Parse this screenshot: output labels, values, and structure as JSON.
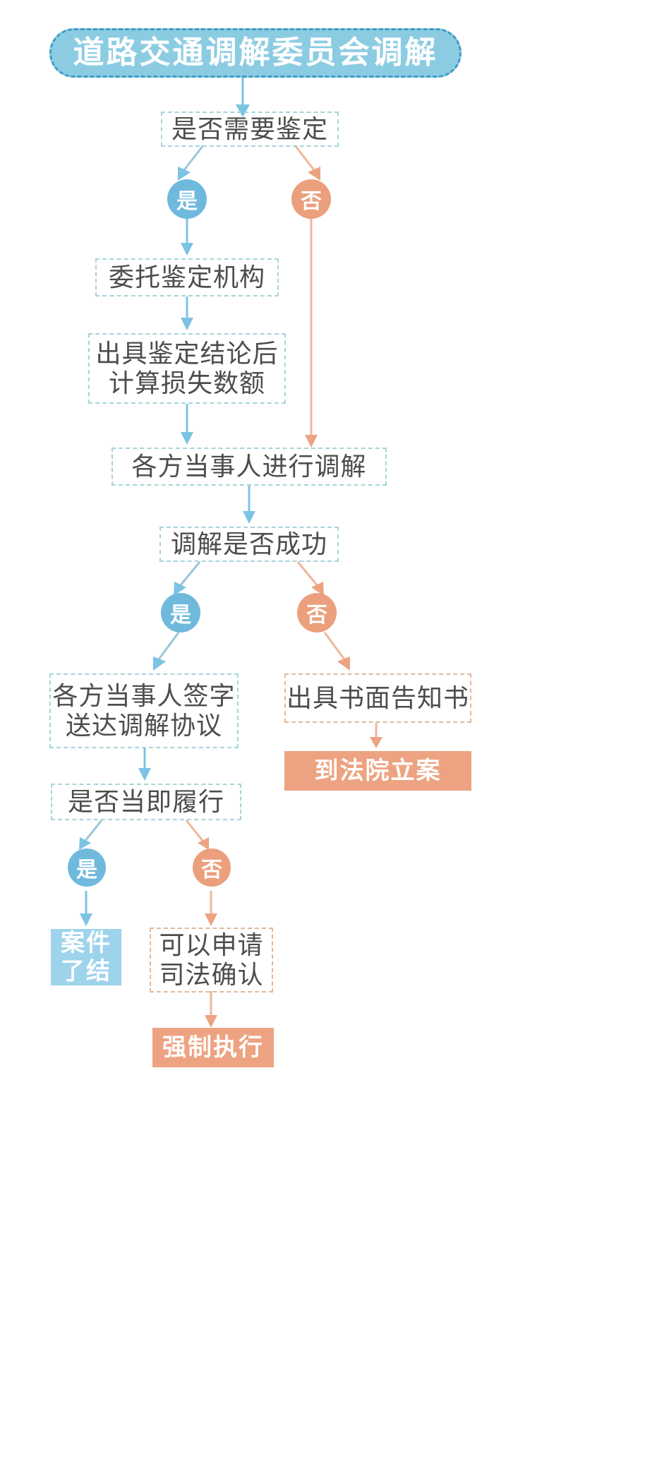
{
  "diagram": {
    "title": "道路交通调解委员会调解",
    "colors": {
      "title_fill": "#8ccce3",
      "title_border": "#3f9cc4",
      "teal_dash": "#a6d4d9",
      "orange_dash": "#e3b89a",
      "blue_fill": "#9ed3ec",
      "orange_fill": "#eda382",
      "badge_yes": "#6fb9dd",
      "badge_no": "#eb9f7c",
      "text_dark": "#4d4d4d",
      "arrow_blue": "#7cc3e4",
      "arrow_orange": "#eda382",
      "background": "#ffffff"
    },
    "badges": {
      "yes": "是",
      "no": "否"
    },
    "nodes": {
      "start": "道路交通调解委员会调解",
      "decision_need_appraisal": "是否需要鉴定",
      "entrust_agency": "委托鉴定机构",
      "calc_loss": "出具鉴定结论后\n计算损失数额",
      "parties_mediate": "各方当事人进行调解",
      "decision_mediation_success": "调解是否成功",
      "sign_agreement": "各方当事人签字\n送达调解协议",
      "written_notice": "出具书面告知书",
      "file_court": "到法院立案",
      "decision_immediate_perform": "是否当即履行",
      "case_closed": "案件\n了结",
      "judicial_confirm": "可以申请\n司法确认",
      "enforcement": "强制执行"
    },
    "badge_labels": {
      "appraisal_yes": "是",
      "appraisal_no": "否",
      "mediation_yes": "是",
      "mediation_no": "否",
      "perform_yes": "是",
      "perform_no": "否"
    }
  }
}
